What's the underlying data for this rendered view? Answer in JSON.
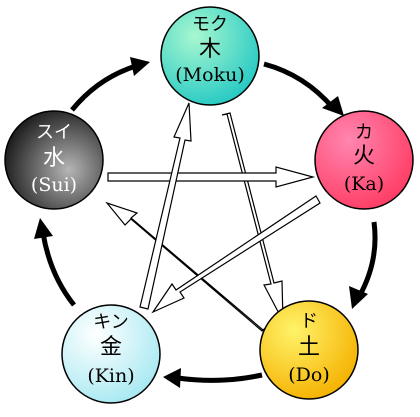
{
  "elements": {
    "moku": {
      "kana": "モク",
      "kanji": "木",
      "romaji": "(Moku)",
      "text_color": "#000000",
      "gradient": [
        "#a7f7cf",
        "#26c9c4"
      ]
    },
    "ka": {
      "kana": "カ",
      "kanji": "火",
      "romaji": "(Ka)",
      "text_color": "#000000",
      "gradient": [
        "#ff86b0",
        "#ff3c64"
      ]
    },
    "do": {
      "kana": "ド",
      "kanji": "土",
      "romaji": "(Do)",
      "text_color": "#000000",
      "gradient": [
        "#fff36a",
        "#f5b100"
      ]
    },
    "kin": {
      "kana": "キン",
      "kanji": "金",
      "romaji": "(Kin)",
      "text_color": "#000000",
      "gradient": [
        "#ffffff",
        "#a7e9f2"
      ]
    },
    "sui": {
      "kana": "スイ",
      "kanji": "水",
      "romaji": "(Sui)",
      "text_color": "#ffffff",
      "gradient": [
        "#b5b5b5",
        "#000000"
      ]
    }
  },
  "colors": {
    "cycle_arrow": "#000000",
    "cross_arrow_fill": "#ffffff",
    "cross_arrow_stroke": "#000000",
    "node_stroke": "#000000"
  }
}
